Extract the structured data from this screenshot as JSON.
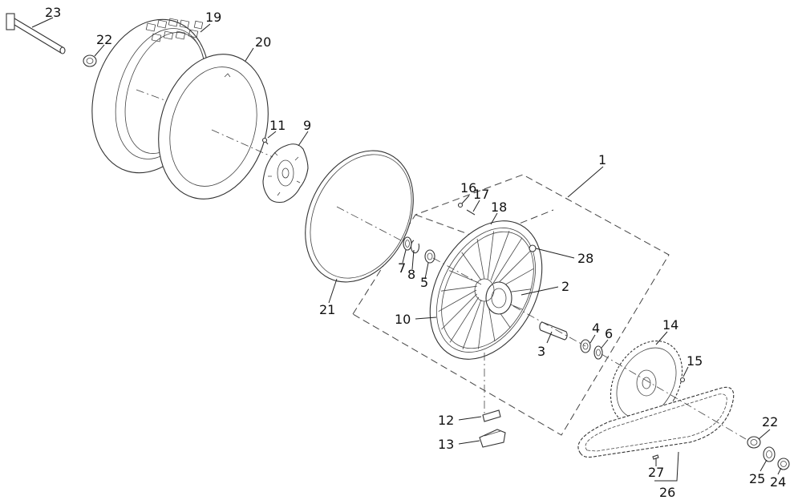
{
  "labels": {
    "n1": "1",
    "n2": "2",
    "n3": "3",
    "n4": "4",
    "n5": "5",
    "n6": "6",
    "n7": "7",
    "n8": "8",
    "n9": "9",
    "n10": "10",
    "n11": "11",
    "n12": "12",
    "n13": "13",
    "n14": "14",
    "n15": "15",
    "n16": "16",
    "n17": "17",
    "n18": "18",
    "n19": "19",
    "n20": "20",
    "n21": "21",
    "n22a": "22",
    "n22b": "22",
    "n23": "23",
    "n24": "24",
    "n25": "25",
    "n26": "26",
    "n27": "27",
    "n28": "28"
  }
}
